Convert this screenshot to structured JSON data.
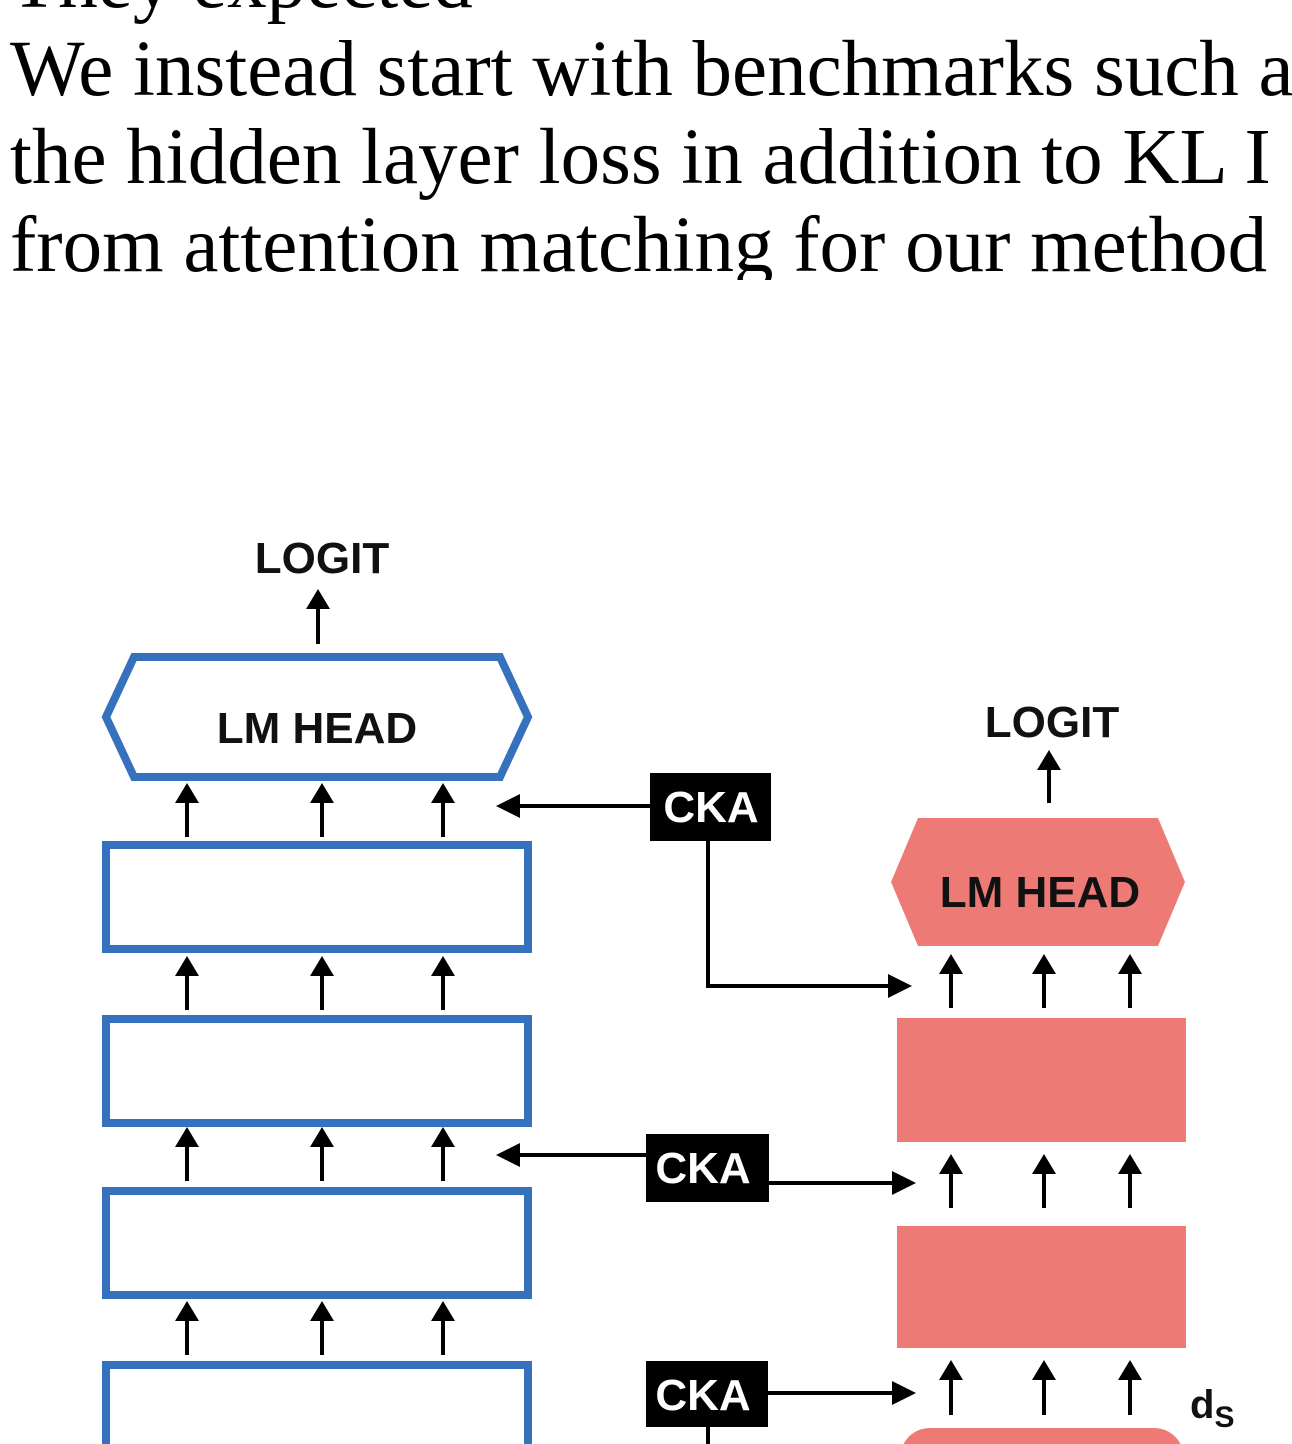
{
  "paragraph": {
    "lines": [
      "They expected",
      "We instead start with benchmarks such a",
      "the hidden layer loss in addition to KL I",
      "from attention matching for our method"
    ]
  },
  "figure": {
    "teacher": {
      "logit_label": "LOGIT",
      "head_label": "LM HEAD",
      "color": "#3671bd"
    },
    "student": {
      "logit_label": "LOGIT",
      "head_label": "LM HEAD",
      "color": "#ee7a76"
    },
    "cka_label": "CKA",
    "dim_label": "d",
    "dim_subscript": "S"
  }
}
